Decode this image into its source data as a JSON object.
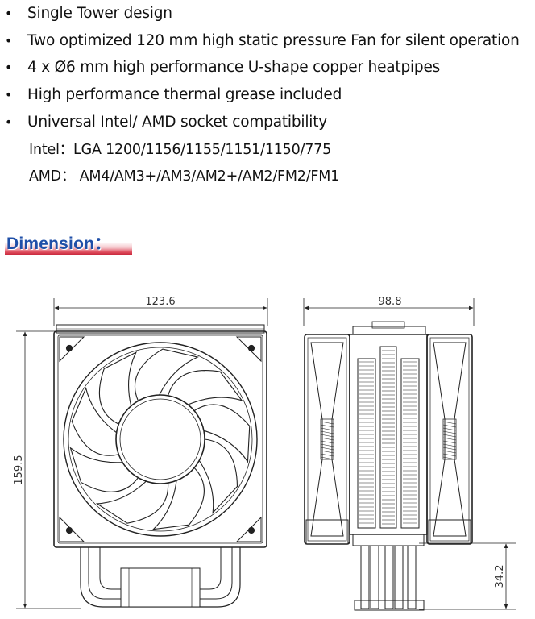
{
  "features": [
    "Single Tower design",
    "Two optimized 120 mm high static pressure Fan for silent operation",
    "4 x Ø6 mm high performance U-shape copper heatpipes",
    "High performance thermal grease included",
    "Universal Intel/ AMD socket compatibility"
  ],
  "bullet_symbol": "•",
  "sockets": {
    "intel": "Intel：LGA  1200/1156/1155/1151/1150/775",
    "amd": "AMD：  AM4/AM3+/AM3/AM2+/AM2/FM2/FM1"
  },
  "section_title": "Dimension：",
  "dimensions": {
    "width": "123.6",
    "height": "159.5",
    "depth": "98.8",
    "base": "34.2"
  }
}
